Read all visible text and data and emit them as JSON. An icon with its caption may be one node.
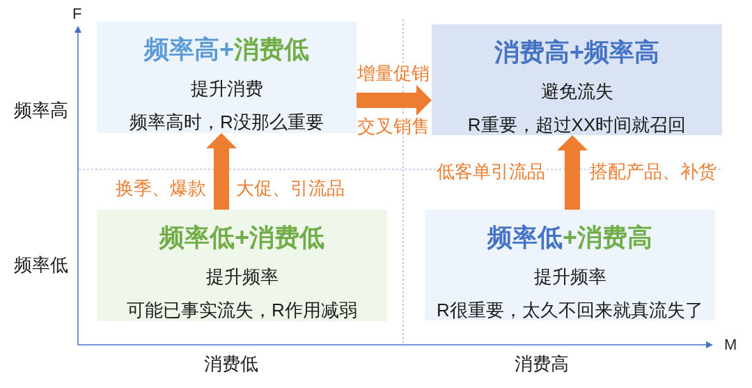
{
  "diagram": {
    "nodes": [
      {
        "text": [
          "频率高+消费低",
          "提升消费",
          "频率高时，R没那么重要"
        ]
      },
      {
        "text": [
          "消费高+频率高",
          "避免流失",
          "R重要，超过XX时间就召回"
        ]
      },
      {
        "text": [
          "频率低+消费低",
          "提升频率",
          "可能已事实流失，R作用减弱"
        ]
      },
      {
        "text": [
          "频率低+消费高",
          "提升频率",
          "R很重要，太久不回来就真流失了"
        ]
      }
    ],
    "edges": [
      {
        "from": 0,
        "to": 1,
        "arrow": "to"
      },
      {
        "from": 2,
        "to": 0,
        "arrow": "to"
      },
      {
        "from": 3,
        "to": 1,
        "arrow": "to"
      }
    ],
    "labels": [
      "F",
      "增量促销",
      "频率高",
      "交叉销售",
      "低客单引流品",
      "搭配产品、补货",
      "换季、爆款",
      "大促、引流品",
      "频率低",
      "M",
      "消费低",
      "消费高"
    ]
  }
}
